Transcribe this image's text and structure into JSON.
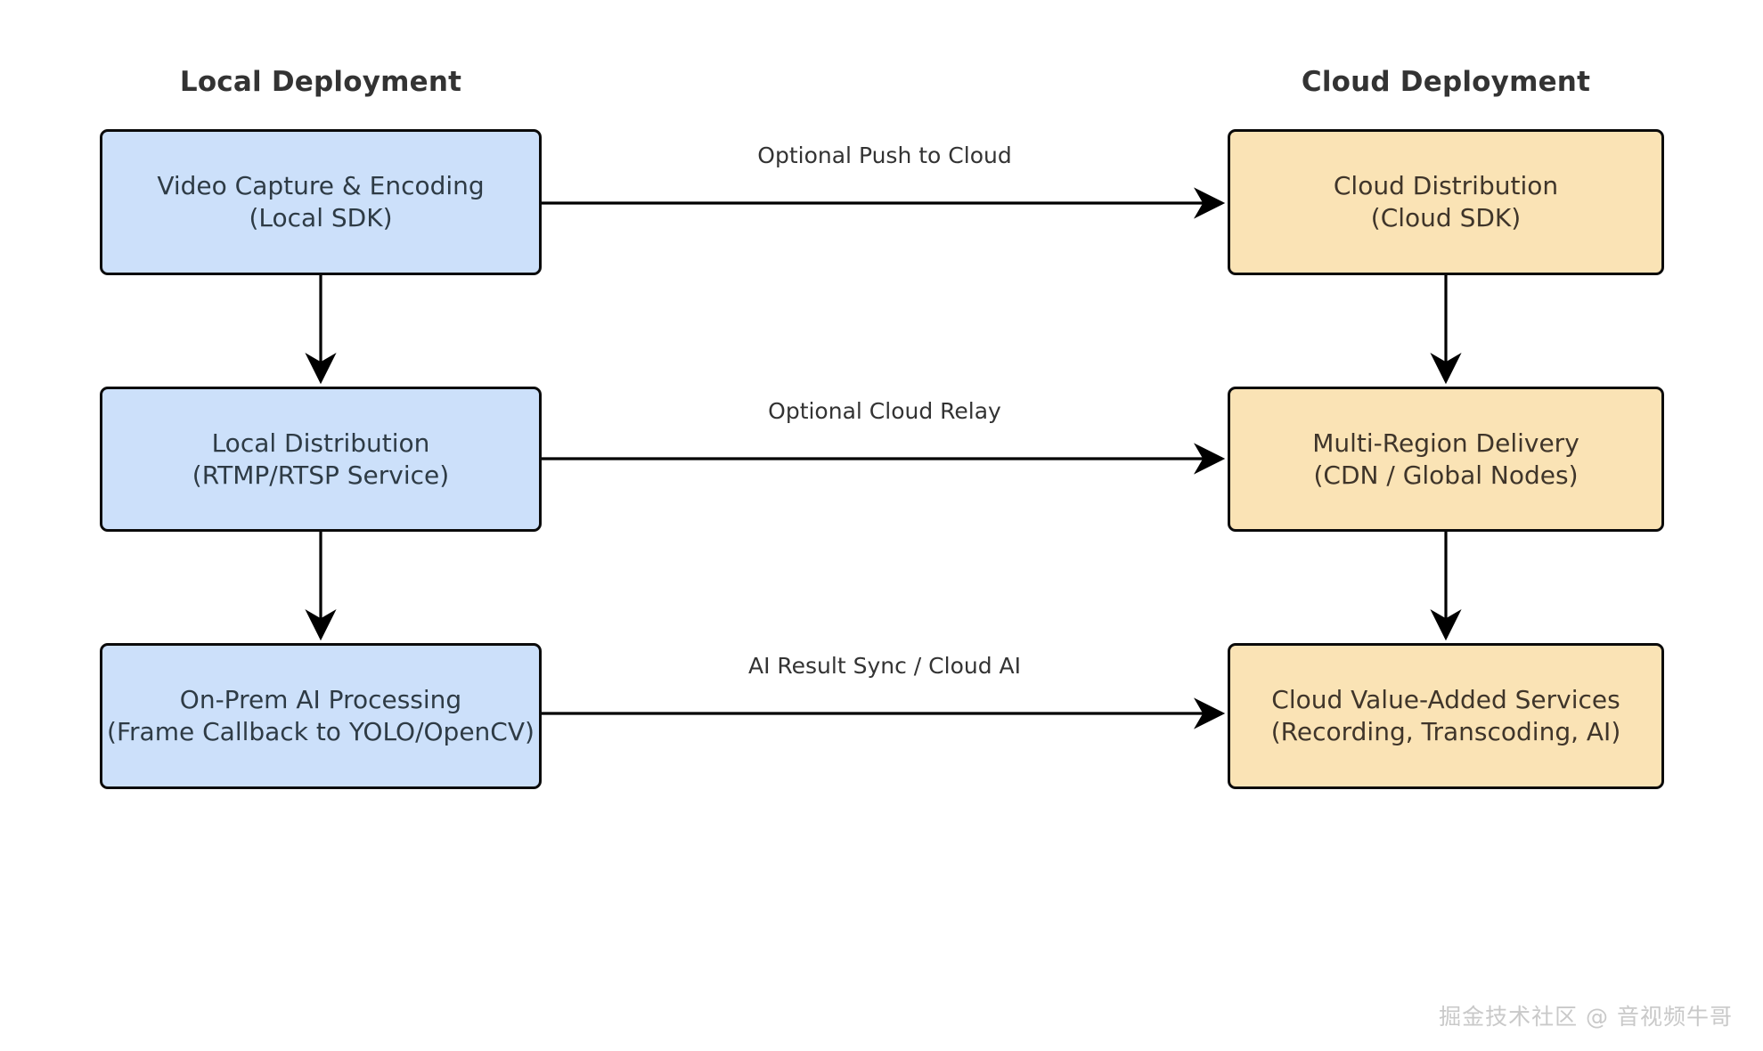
{
  "diagram": {
    "title_left": "Local Deployment",
    "title_right": "Cloud Deployment",
    "colors": {
      "local_fill": "#cce0fa",
      "local_text": "#2e3b45",
      "cloud_fill": "#fae3b5",
      "cloud_text": "#3f352a",
      "border": "#0b0b0b",
      "title_text": "#333333",
      "edge": "#000000",
      "watermark_text": "#c9c9c9",
      "background": "#ffffff"
    },
    "local_nodes": [
      {
        "line1": "Video Capture & Encoding",
        "line2": "(Local SDK)"
      },
      {
        "line1": "Local Distribution",
        "line2": "(RTMP/RTSP Service)"
      },
      {
        "line1": "On-Prem AI Processing",
        "line2": "(Frame Callback to YOLO/OpenCV)"
      }
    ],
    "cloud_nodes": [
      {
        "line1": "Cloud Distribution",
        "line2": "(Cloud SDK)"
      },
      {
        "line1": "Multi-Region Delivery",
        "line2": "(CDN / Global Nodes)"
      },
      {
        "line1": "Cloud Value-Added Services",
        "line2": "(Recording, Transcoding, AI)"
      }
    ],
    "cross_edges": [
      {
        "label": "Optional Push to Cloud"
      },
      {
        "label": "Optional Cloud Relay"
      },
      {
        "label": "AI Result Sync / Cloud AI"
      }
    ],
    "watermark": "掘金技术社区 @ 音视频牛哥"
  }
}
